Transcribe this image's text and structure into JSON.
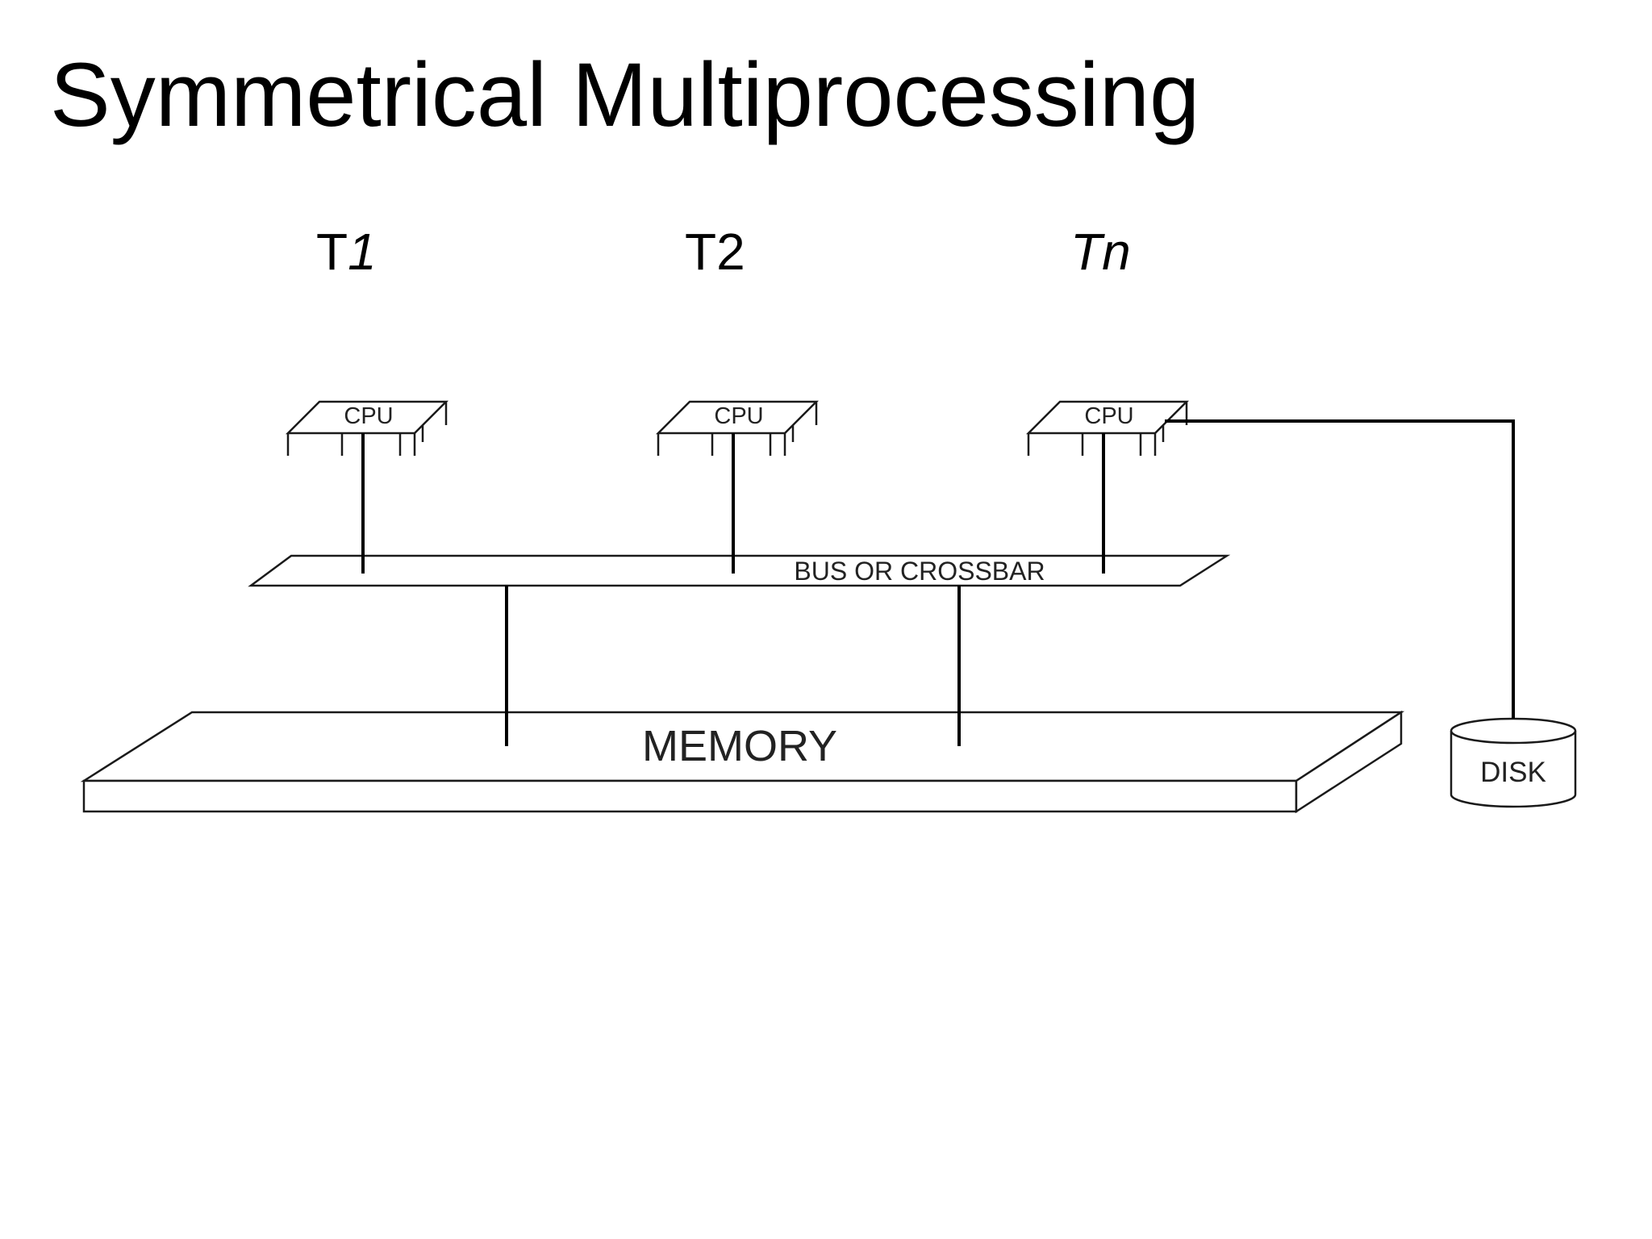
{
  "title": "Symmetrical Multiprocessing",
  "threads": [
    {
      "prefix": "T",
      "suffix": "1",
      "suffix_italic": true,
      "prefix_italic": false
    },
    {
      "prefix": "T2",
      "suffix": "",
      "suffix_italic": false,
      "prefix_italic": false
    },
    {
      "prefix": "Tn",
      "suffix": "",
      "suffix_italic": false,
      "prefix_italic": true
    }
  ],
  "cpus": [
    {
      "label": "CPU"
    },
    {
      "label": "CPU"
    },
    {
      "label": "CPU"
    }
  ],
  "bus": {
    "label": "BUS OR CROSSBAR"
  },
  "memory": {
    "label": "MEMORY"
  },
  "disk": {
    "label": "DISK"
  }
}
